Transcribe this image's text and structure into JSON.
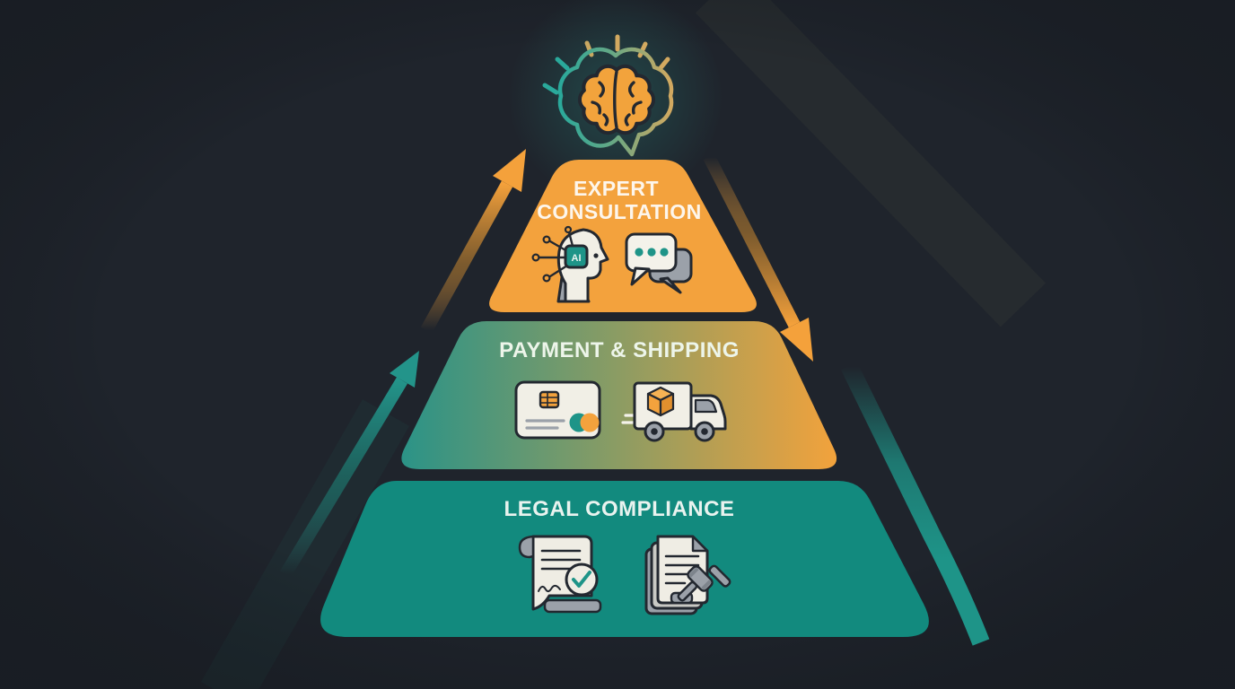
{
  "background_color": "#1F242C",
  "apex": {
    "icon": "brain-icon",
    "glow_color": "#2A9D8F"
  },
  "levels": [
    {
      "name": "expert-consultation",
      "label_lines": [
        "EXPERT",
        "CONSULTATION"
      ],
      "fill": "#F3A23D",
      "text_color": "#FDF6EC",
      "icons": [
        "ai-head-icon",
        "chat-bubbles-icon"
      ],
      "ai_chip_text": "AI"
    },
    {
      "name": "payment-shipping",
      "label": "PAYMENT & SHIPPING",
      "fill_gradient_from": "#2B9387",
      "fill_gradient_to": "#F2A23C",
      "text_color": "#EDF5EA",
      "icons": [
        "credit-card-icon",
        "delivery-truck-icon"
      ]
    },
    {
      "name": "legal-compliance",
      "label": "LEGAL COMPLIANCE",
      "fill": "#128A7E",
      "text_color": "#E9F3EF",
      "icons": [
        "document-check-icon",
        "gavel-documents-icon"
      ]
    }
  ],
  "arrows": [
    {
      "name": "left-orange-arrow",
      "direction": "up",
      "color": "#F4A13B"
    },
    {
      "name": "right-orange-arrow",
      "direction": "down",
      "color": "#F4A13B"
    },
    {
      "name": "left-teal-arrow",
      "direction": "up",
      "color": "#23948A"
    },
    {
      "name": "right-teal-swoosh",
      "direction": "down",
      "color": "#1E9488"
    }
  ],
  "colors": {
    "background": "#1F242C",
    "outline_dark": "#232830",
    "paper": "#F1EFE6",
    "gray": "#9BA1A9",
    "teal_accent": "#1E9488",
    "orange_accent": "#F2A23C",
    "brain_orange": "#F2A33C",
    "cloud_teal": "#2AA99B",
    "cloud_tan": "#D2A960"
  }
}
